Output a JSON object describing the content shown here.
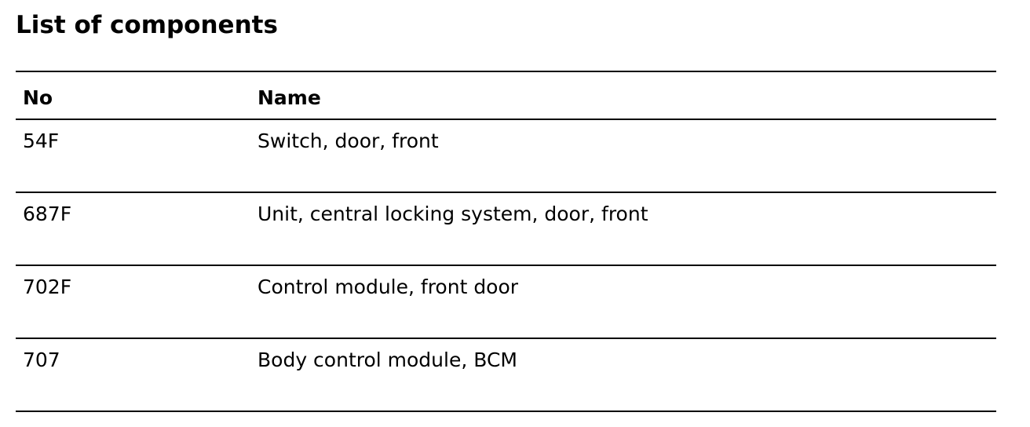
{
  "page": {
    "title": "List of components"
  },
  "table": {
    "headers": {
      "no": "No",
      "name": "Name"
    },
    "rows": [
      {
        "no": "54F",
        "name": "Switch, door, front"
      },
      {
        "no": "687F",
        "name": "Unit, central locking system, door, front"
      },
      {
        "no": "702F",
        "name": "Control module, front door"
      },
      {
        "no": "707",
        "name": "Body control module, BCM"
      }
    ]
  }
}
